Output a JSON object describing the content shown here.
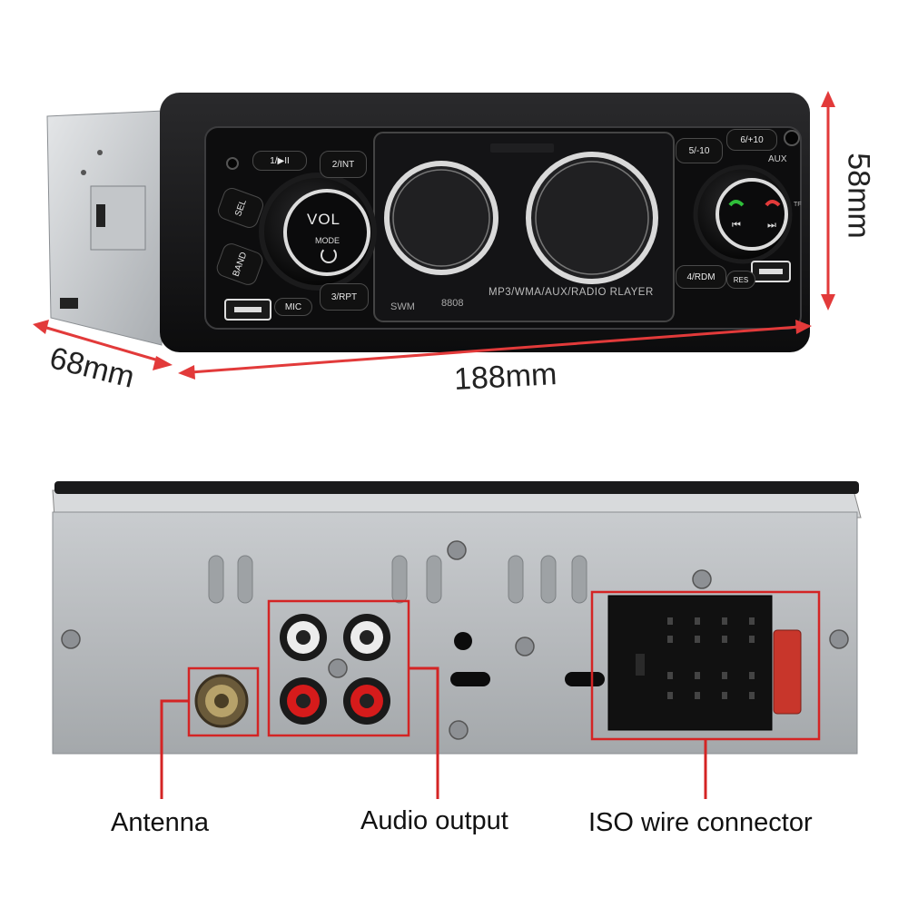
{
  "dimensions": {
    "depth": "68mm",
    "width": "188mm",
    "height": "58mm"
  },
  "front_panel": {
    "volume_label": "VOL",
    "mode_label": "MODE",
    "buttons": {
      "b1": "1/▶II",
      "b2": "2/INT",
      "b3": "3/RPT",
      "b4": "4/RDM",
      "b5": "5/-10",
      "b6": "6/+10",
      "sel": "SEL",
      "band": "BAND",
      "mic": "MIC",
      "res": "RES",
      "aux": "AUX",
      "tf": "TF"
    },
    "brand": "SWM",
    "model": "8808",
    "description": "MP3/WMA/AUX/RADIO RLAYER"
  },
  "rear_panel": {
    "callouts": {
      "antenna": "Antenna",
      "audio_output": "Audio output",
      "iso_connector": "ISO wire connector"
    }
  },
  "colors": {
    "arrow_red": "#e23a3a",
    "callout_red": "#d42424"
  }
}
